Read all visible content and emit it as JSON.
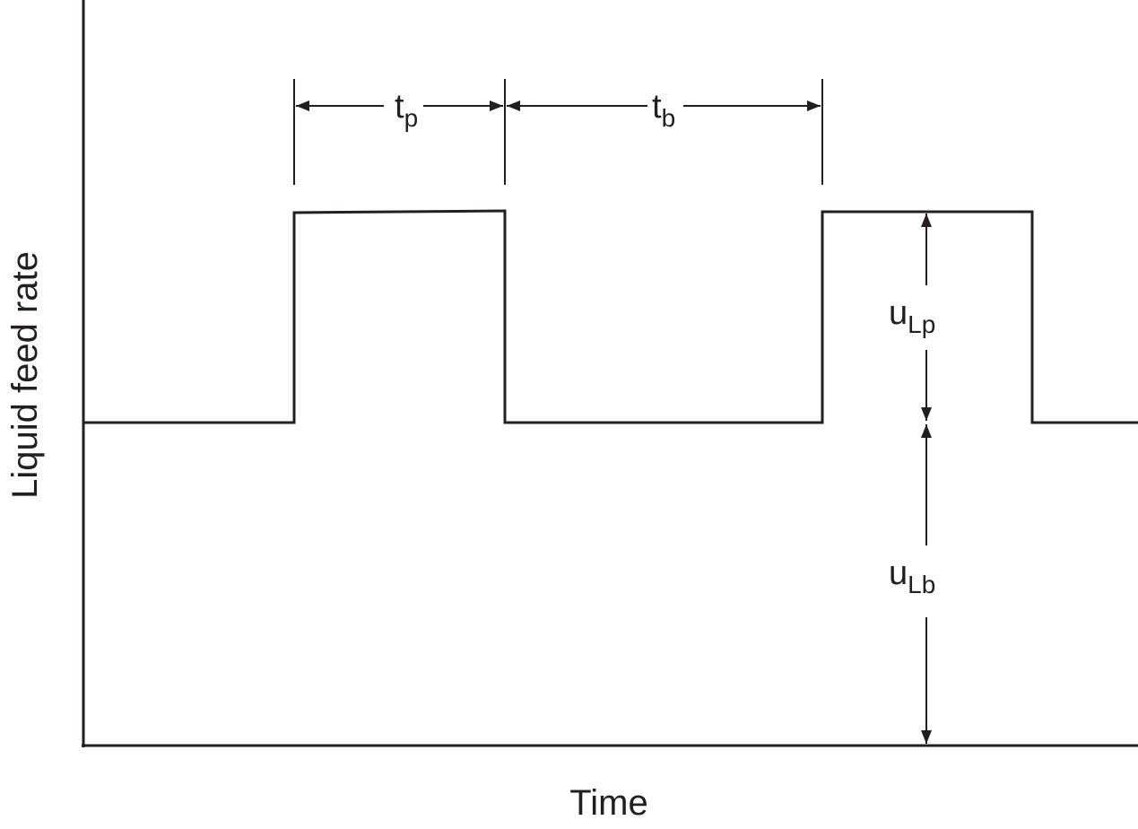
{
  "diagram": {
    "x_axis_label": "Time",
    "y_axis_label": "Liquid feed rate",
    "pulse_duration": {
      "main": "t",
      "sub": "p"
    },
    "base_duration": {
      "main": "t",
      "sub": "b"
    },
    "pulse_amplitude": {
      "main": "u",
      "sub": "Lp"
    },
    "base_amplitude": {
      "main": "u",
      "sub": "Lb"
    }
  }
}
